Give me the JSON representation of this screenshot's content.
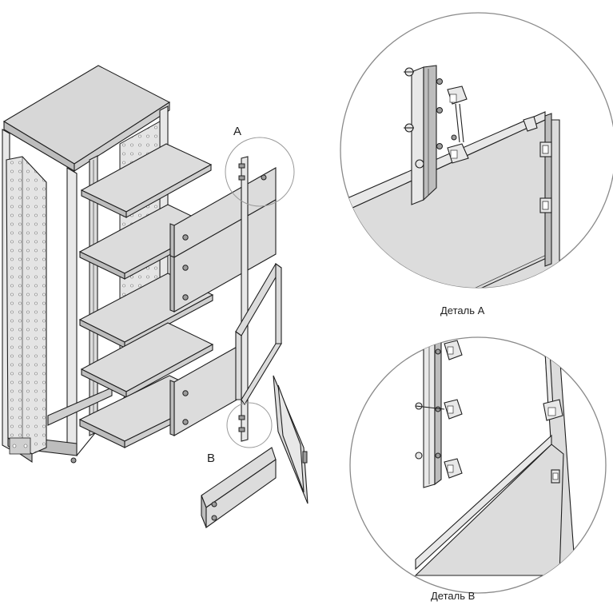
{
  "callouts": {
    "a_marker": "A",
    "b_marker": "B"
  },
  "details": {
    "detail_a_caption": "Деталь А",
    "detail_b_caption": "Деталь В"
  }
}
